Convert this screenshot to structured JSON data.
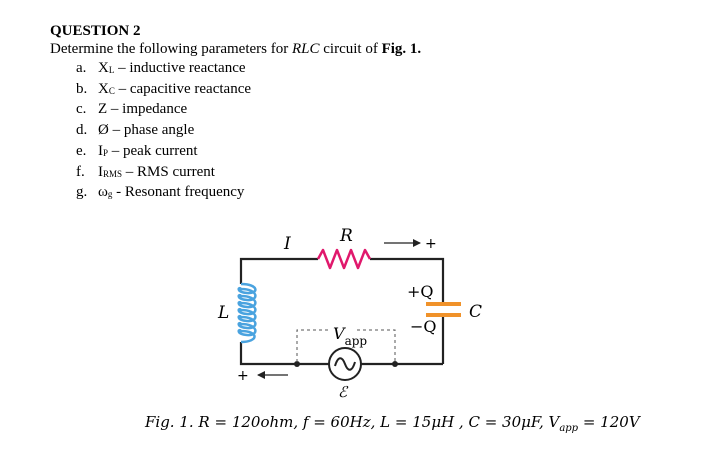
{
  "question": {
    "title": "QUESTION 2",
    "instruction_prefix": "Determine the following parameters for ",
    "instruction_em": "RLC",
    "instruction_mid": " circuit of ",
    "instruction_bold": "Fig. 1."
  },
  "items": [
    {
      "letter": "a.",
      "sym": "X",
      "sub": "L",
      "desc": " – inductive reactance"
    },
    {
      "letter": "b.",
      "sym": "X",
      "sub": "C",
      "desc": " – capacitive reactance"
    },
    {
      "letter": "c.",
      "sym": "Z",
      "sub": "",
      "desc": " – impedance"
    },
    {
      "letter": "d.",
      "sym": "Ø",
      "sub": "",
      "desc": " – phase angle"
    },
    {
      "letter": "e.",
      "sym": "I",
      "sub": "P",
      "desc": " – peak current"
    },
    {
      "letter": "f.",
      "sym": "I",
      "sub": "RMS",
      "desc": " – RMS current"
    },
    {
      "letter": "g.",
      "sym": "ω",
      "sub": "g",
      "desc": " - Resonant frequency"
    }
  ],
  "circuit": {
    "label_I": "I",
    "label_R": "R",
    "label_plus_top": "+",
    "label_plusQ": "+Q",
    "label_minusQ": "−Q",
    "label_C": "C",
    "label_L": "L",
    "label_V": "V",
    "label_V_sub": "app",
    "label_plus_bottom": "+",
    "label_emf": "ℰ",
    "colors": {
      "resistor": "#e0186c",
      "inductor": "#4aa3df",
      "capacitor": "#f0922a",
      "wire": "#222222"
    }
  },
  "caption": {
    "prefix": "Fig. 1. R  =  120ohm,  f  = 60Hz,  L  =  15μH  , C  =  30μF,  V",
    "sub": "app",
    "suffix": " = 120V"
  }
}
